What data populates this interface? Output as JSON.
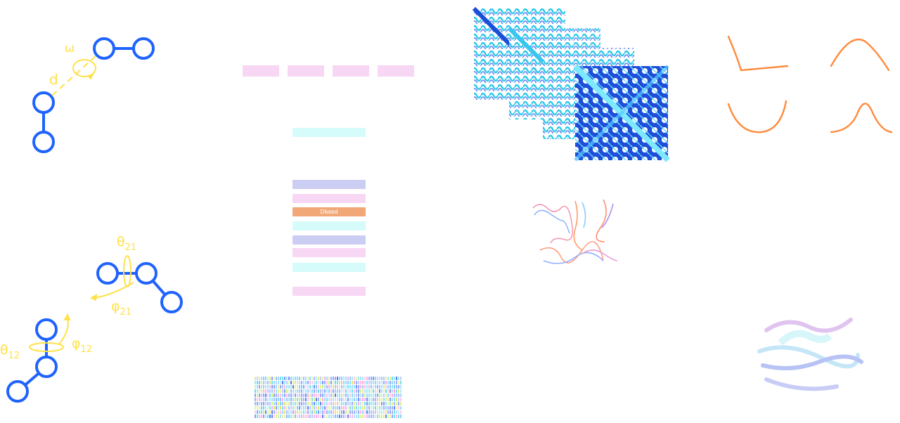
{
  "geometry_panel": {
    "labels": {
      "omega": "ω",
      "distance": "d",
      "theta21": "θ21",
      "phi21": "φ21",
      "theta12": "θ12",
      "phi12": "φ12"
    }
  },
  "network_panel": {
    "blocks": [
      {
        "label": "Dilated",
        "color": "#f2a777"
      }
    ]
  },
  "colors": {
    "residue": "#1f63ff",
    "annotation": "#ffe14a",
    "curve": "#ff8a3d",
    "block_cyan": "#d6fbfb",
    "block_violet": "#cccdf3",
    "block_pink": "#f7d7f4",
    "block_orange": "#f2a777"
  }
}
